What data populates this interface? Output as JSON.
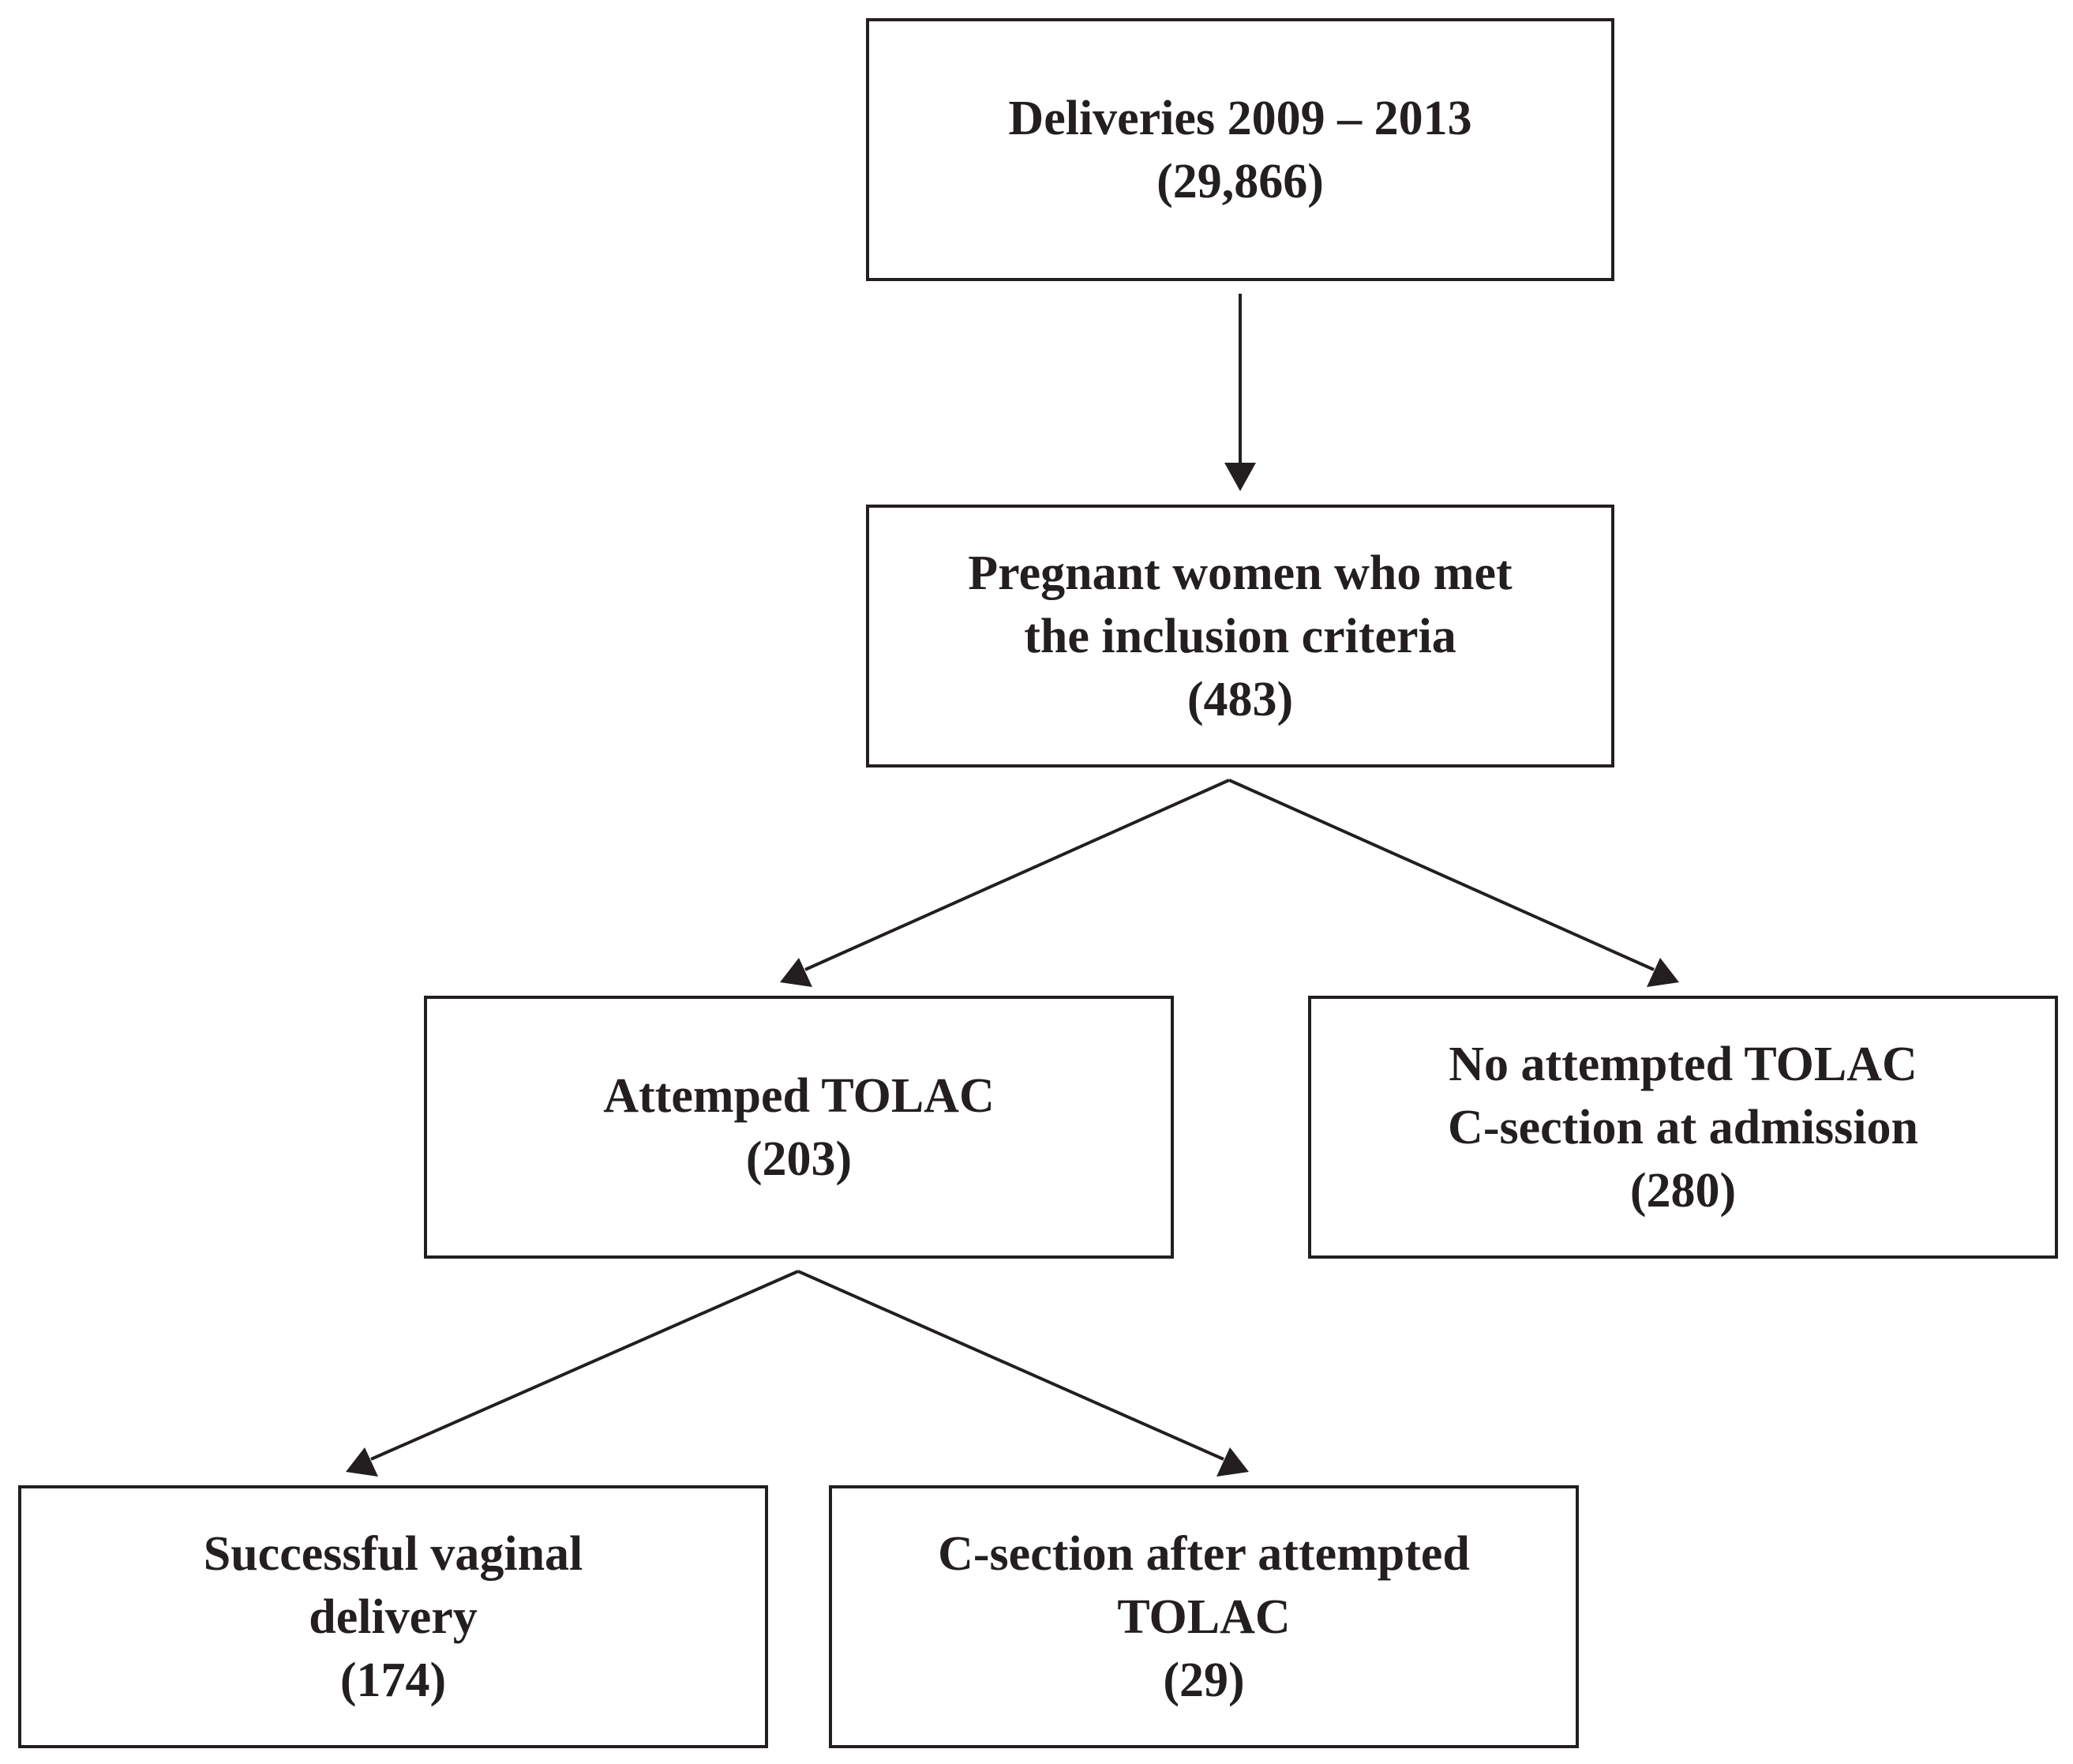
{
  "nodes": {
    "deliveries": {
      "lines": [
        "Deliveries 2009 – 2013",
        "(29,866)"
      ]
    },
    "included": {
      "lines": [
        "Pregnant women who met",
        "the inclusion criteria",
        "(483)"
      ]
    },
    "attempted_tolac": {
      "lines": [
        "Attemped TOLAC",
        "(203)"
      ]
    },
    "no_attempted_tolac": {
      "lines": [
        "No attempted TOLAC",
        "C-section at admission",
        "(280)"
      ]
    },
    "vaginal_delivery": {
      "lines": [
        "Successful vaginal",
        "delivery",
        "(174)"
      ]
    },
    "csection_after_tolac": {
      "lines": [
        "C-section after attempted",
        "TOLAC",
        "(29)"
      ]
    }
  },
  "edges": [
    {
      "from": "deliveries",
      "to": "included"
    },
    {
      "from": "included",
      "to": "attempted_tolac"
    },
    {
      "from": "included",
      "to": "no_attempted_tolac"
    },
    {
      "from": "attempted_tolac",
      "to": "vaginal_delivery"
    },
    {
      "from": "attempted_tolac",
      "to": "csection_after_tolac"
    }
  ],
  "colors": {
    "stroke": "#231f20",
    "text": "#231f20",
    "background": "#ffffff"
  }
}
